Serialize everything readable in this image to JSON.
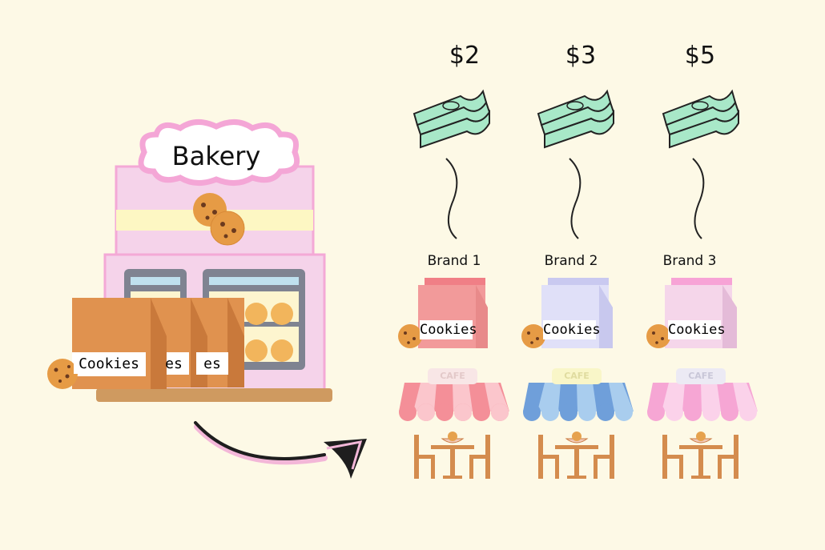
{
  "bakery": {
    "sign": "Bakery",
    "bag_label": "Cookies",
    "bag_label_partial_1": "es",
    "bag_label_partial_2": "es"
  },
  "brands": [
    {
      "price": "$2",
      "name": "Brand 1",
      "bag_label": "Cookies",
      "cafe_sign": "CAFE",
      "bag_color": "#f29a9a",
      "awning_color": "#f5929a",
      "sign_color": "#f8e6e6"
    },
    {
      "price": "$3",
      "name": "Brand 2",
      "bag_label": "Cookies",
      "cafe_sign": "CAFE",
      "bag_color": "#d8d8f6",
      "awning_color": "#86b2e4",
      "sign_color": "#f9f6c8"
    },
    {
      "price": "$5",
      "name": "Brand 3",
      "bag_label": "Cookies",
      "cafe_sign": "CAFE",
      "bag_color": "#f3cfe4",
      "awning_color": "#f7a9d8",
      "sign_color": "#eceaf4"
    }
  ],
  "colors": {
    "background": "#fdf9e6",
    "building_pink": "#f5d3ea",
    "building_trim": "#f5a6d6",
    "stripe_yellow": "#fdf7c3",
    "bag_orange": "#e0924f",
    "money_green": "#a8e8c8",
    "arrow": "#1e1e1e",
    "arrow_glow": "#f3b7d8"
  },
  "icons": [
    "bakery-building",
    "cookie-icon",
    "cookie-bag-icon",
    "money-stack-icon",
    "cafe-awning-icon",
    "cafe-table-icon",
    "curved-arrow-icon"
  ]
}
